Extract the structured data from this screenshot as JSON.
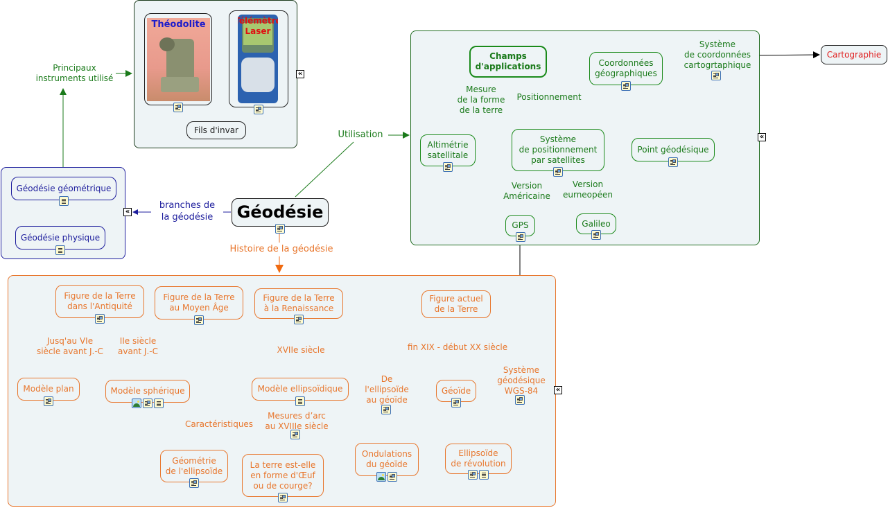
{
  "map": {
    "root": {
      "label": "Géodésie",
      "icons": [
        "note-img"
      ]
    },
    "colors": {
      "green": "#1a7a1a",
      "blue": "#1c1c9c",
      "orange": "#e8762c",
      "dark": "#222222",
      "red": "#e02020",
      "group_bg": "#eef4f6"
    },
    "link_labels": {
      "utilisation": "Utilisation",
      "branches": "branches de\nla géodésie",
      "histoire": "Histoire de la géodésie",
      "instruments": "Principaux\ninstruments utilisé"
    },
    "instruments": {
      "items": [
        {
          "label": "Théodolite",
          "icons": [
            "note-img"
          ]
        },
        {
          "label": "Télémètre\nLaser",
          "icons": [
            "note-img"
          ]
        }
      ],
      "fils": {
        "label": "Fils d'invar"
      }
    },
    "branches": {
      "items": [
        {
          "label": "Géodésie géométrique",
          "icons": [
            "note"
          ]
        },
        {
          "label": "Géodésie physique",
          "icons": [
            "note"
          ]
        }
      ]
    },
    "applications": {
      "center": {
        "label": "Champs\nd'applications"
      },
      "labels": {
        "mesure": "Mesure\nde la forme\nde la terre",
        "positionnement": "Positionnement",
        "systeme_coord": "Système\nde coordonnées\ncartogrtaphique",
        "version_us": "Version\nAméricaine",
        "version_eu": "Version\neurneopéen"
      },
      "nodes": {
        "altimetrie": {
          "label": "Altimétrie\nsatellitale",
          "icons": [
            "note-img"
          ]
        },
        "coordonnees": {
          "label": "Coordonnées\ngéographiques",
          "icons": [
            "note-img"
          ]
        },
        "gnss": {
          "label": "Système\nde positionnement\npar satellites",
          "icons": [
            "note-img"
          ]
        },
        "point": {
          "label": "Point géodésique",
          "icons": [
            "note-img"
          ]
        },
        "gps": {
          "label": "GPS",
          "icons": [
            "note-img"
          ]
        },
        "galileo": {
          "label": "Galileo",
          "icons": [
            "note-img"
          ]
        }
      },
      "systeme_coord_icons": [
        "note-img"
      ]
    },
    "cartographie": {
      "label": "Cartographie"
    },
    "histoire": {
      "nodes": {
        "antiquite": {
          "label": "Figure de la Terre\ndans l'Antiquité",
          "icons": [
            "note-img"
          ]
        },
        "moyen_age": {
          "label": "Figure de la Terre\nau Moyen Âge",
          "icons": [
            "note-img"
          ]
        },
        "renaissance": {
          "label": "Figure de la Terre\nà la Renaissance",
          "icons": [
            "note-img"
          ]
        },
        "actuel": {
          "label": "Figure actuel\nde la Terre",
          "icons": []
        },
        "plan": {
          "label": "Modèle plan",
          "icons": [
            "note-img"
          ]
        },
        "spherique": {
          "label": "Modèle sphérique",
          "icons": [
            "image",
            "note-img",
            "note"
          ]
        },
        "ellipsoidique": {
          "label": "Modèle ellipsoïdique",
          "icons": [
            "note"
          ]
        },
        "geoide": {
          "label": "Géoïde",
          "icons": [
            "note-img"
          ]
        },
        "geometrie": {
          "label": "Géométrie\nde l'ellipsoïde",
          "icons": [
            "note-img"
          ]
        },
        "oeuf": {
          "label": "La terre est-elle\nen forme d'Œuf\nou de courge?",
          "icons": [
            "note-img"
          ]
        },
        "ondulations": {
          "label": "Ondulations\ndu géoïde",
          "icons": [
            "image",
            "note-img"
          ]
        },
        "revolution": {
          "label": "Ellipsoïde\nde révolution",
          "icons": [
            "note-img",
            "note"
          ]
        }
      },
      "labels": {
        "jusquau": "Jusq'au VIe\nsiècle avant J.-C",
        "iie": "IIe siècle\navant J.-C",
        "xviie": "XVIIe siècle",
        "fin_xix": "fin XIX - début XX siècle",
        "ellipsoide_geoide": "De\nl'ellipsoïde\nau géoïde",
        "caracteristiques": "Caractéristiques",
        "mesures_arc": "Mesures d’arc\nau XVIIIe siècle",
        "wgs84": "Système\ngéodésique\nWGS-84"
      },
      "ellipsoide_geoide_icons": [
        "note-img"
      ],
      "mesures_arc_icons": [
        "note-img"
      ],
      "wgs84_icons": [
        "note-img"
      ]
    },
    "collapse_icon": "«"
  }
}
